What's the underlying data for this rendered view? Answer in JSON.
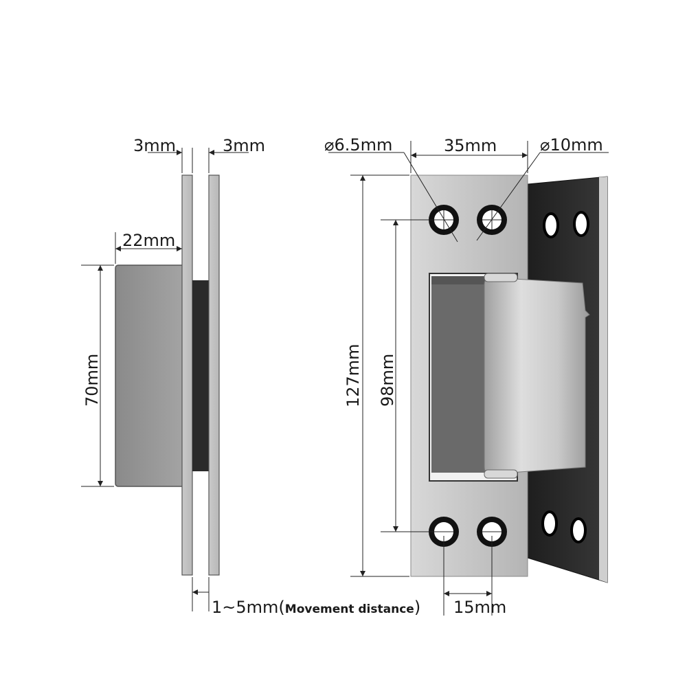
{
  "dimensions": {
    "plate_thickness_left": "3mm",
    "plate_thickness_right": "3mm",
    "body_depth": "22mm",
    "body_height": "70mm",
    "movement_value": "1~5mm(",
    "movement_note": "Movement distance",
    "movement_close": ")",
    "hole_small": "6.5mm",
    "hole_large": "10mm",
    "face_width": "35mm",
    "overall_height": "127mm",
    "hole_spacing_vertical": "98mm",
    "hole_spacing_horizontal": "15mm"
  },
  "symbols": {
    "diameter": "⌀"
  },
  "colors": {
    "steel_light": "#c8c8c8",
    "steel_mid": "#a9a9a9",
    "steel_dark": "#6e6e6e",
    "plate_black": "#2a2a2a",
    "line": "#222222"
  }
}
